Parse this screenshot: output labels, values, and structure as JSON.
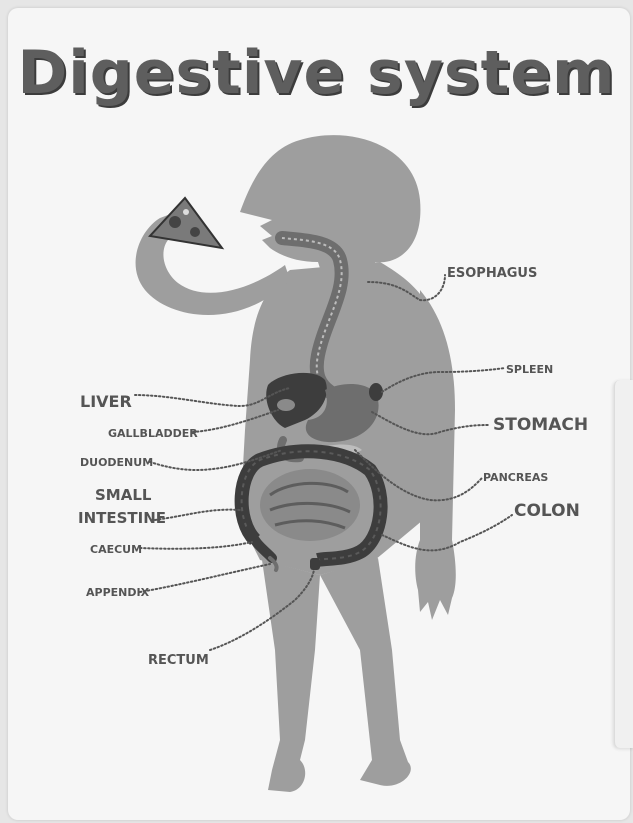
{
  "title": "Digestive system",
  "labels": {
    "esophagus": "ESOPHAGUS",
    "spleen": "SPLEEN",
    "stomach": "STOMACH",
    "pancreas": "PANCREAS",
    "colon": "COLON",
    "liver": "LIVER",
    "gallbladder": "GALLBLADDER",
    "duodenum": "DUODENUM",
    "small_intestine_line1": "SMALL",
    "small_intestine_line2": "INTESTINE",
    "caecum": "CAECUM",
    "appendix": "APPENDIX",
    "rectum": "RECTUM"
  },
  "colors": {
    "body": "#9e9e9e",
    "organ_dark": "#3d3d3d",
    "organ_mid": "#6e6e6e",
    "organ_light": "#bdbdbd",
    "label": "#555555"
  }
}
